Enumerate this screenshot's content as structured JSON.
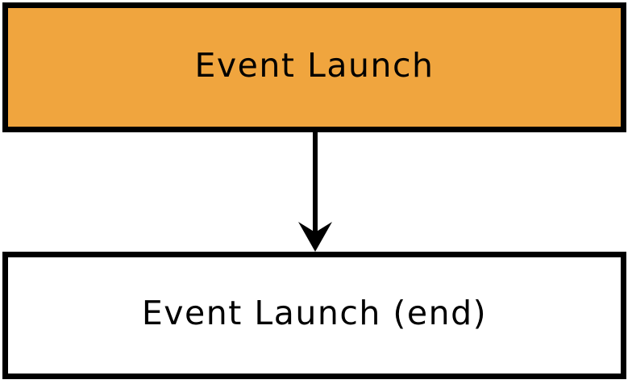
{
  "diagram": {
    "type": "flowchart",
    "background": "#FFFFFF",
    "nodes": [
      {
        "id": "event-launch",
        "label": "Event Launch",
        "shape": "rectangle",
        "fill": "#F0A53E",
        "border_color": "#000000",
        "text_color": "#000000"
      },
      {
        "id": "event-launch-end",
        "label": "Event Launch (end)",
        "shape": "rectangle",
        "fill": "#FFFFFF",
        "border_color": "#000000",
        "text_color": "#000000"
      }
    ],
    "edges": [
      {
        "from": "event-launch",
        "to": "event-launch-end",
        "direction": "down",
        "style": "solid",
        "arrowhead": "stealth",
        "color": "#000000"
      }
    ]
  }
}
